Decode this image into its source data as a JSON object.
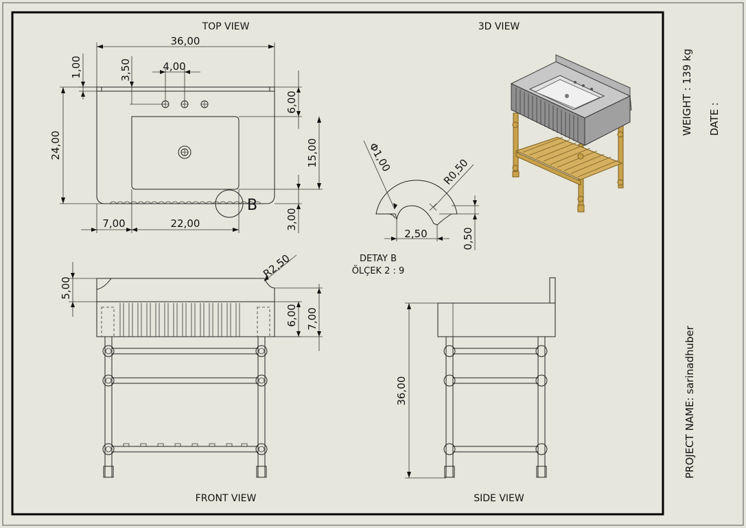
{
  "views": {
    "top": "TOP VIEW",
    "iso": "3D VIEW",
    "front": "FRONT VIEW",
    "side": "SIDE VIEW"
  },
  "detail": {
    "title": "DETAY B",
    "scale": "ÖLÇEK 2 : 9",
    "marker": "B"
  },
  "dimensions": {
    "top_width": "36,00",
    "top_height": "24,00",
    "edge_1": "1,00",
    "edge_35": "3,50",
    "holes_spacing": "4,00",
    "back_6": "6,00",
    "basin_15": "15,00",
    "front_3": "3,00",
    "left_7": "7,00",
    "basin_22": "22,00",
    "detail_dia": "Φ1,00",
    "detail_r": "R0,50",
    "detail_250": "2,50",
    "detail_050": "0,50",
    "front_5": "5,00",
    "front_r": "R2,50",
    "front_6": "6,00",
    "front_7": "7,00",
    "side_36": "36,00"
  },
  "titleblock": {
    "weight": "WEIGHT : 139 kg",
    "date": "DATE :",
    "project": "PROJECT NAME: sarinadhuber"
  },
  "colors": {
    "background": "#e7e6dc",
    "line": "#222222",
    "brass": "#c9a24a",
    "stone": "#9a9a9a"
  }
}
